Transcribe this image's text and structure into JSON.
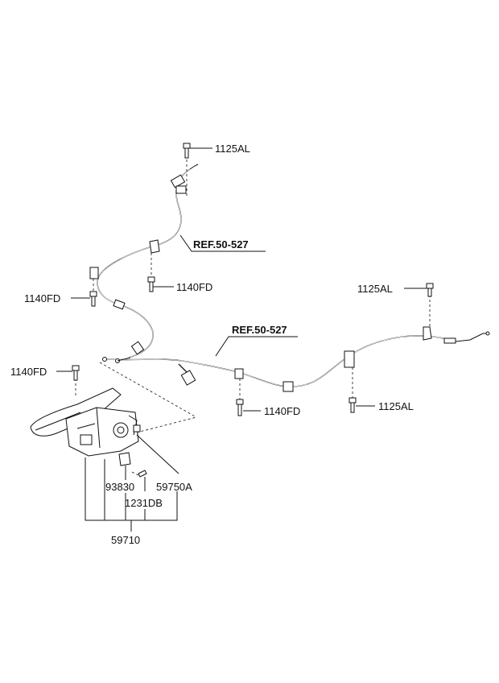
{
  "diagram": {
    "labels": {
      "bolt_top": "1125AL",
      "ref_upper": "REF.50-527",
      "bolt_left_clip": "1140FD",
      "bolt_mid_clip": "1140FD",
      "bolt_right_top": "1125AL",
      "ref_lower": "REF.50-527",
      "bolt_lever": "1140FD",
      "bolt_center": "1140FD",
      "bolt_right_bottom": "1125AL",
      "part_93830": "93830",
      "part_59750A": "59750A",
      "part_1231DB": "1231DB",
      "part_59710": "59710"
    }
  }
}
